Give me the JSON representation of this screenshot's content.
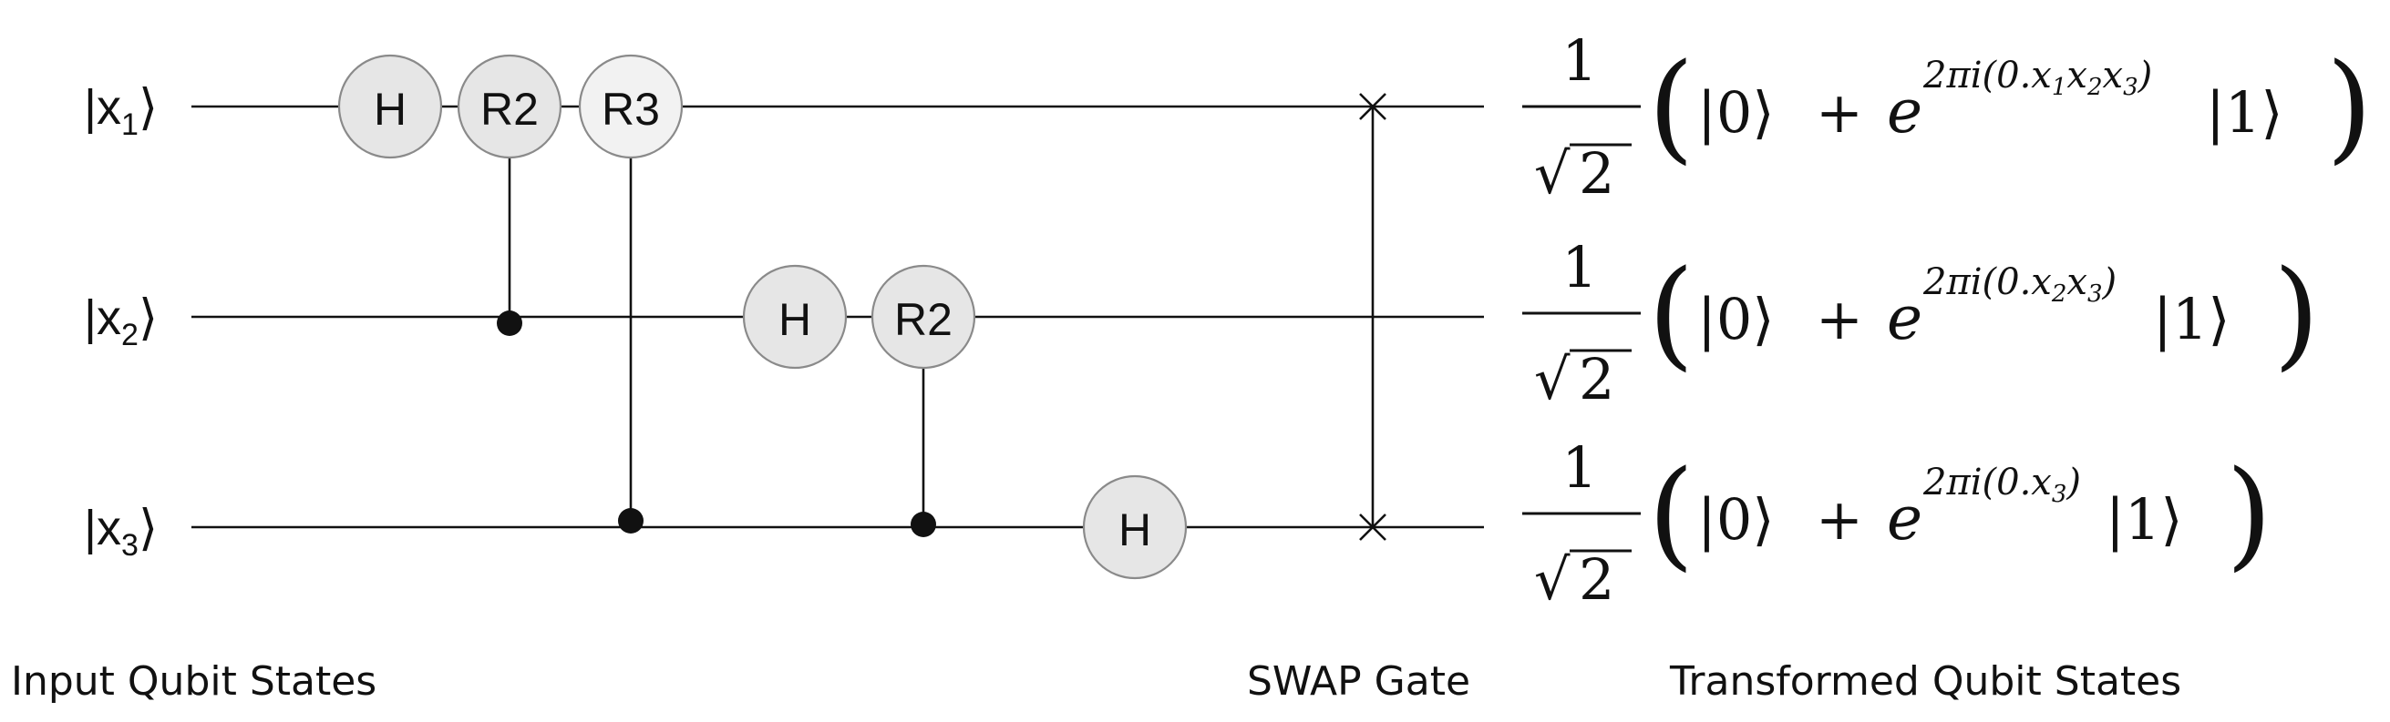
{
  "circuit": {
    "inputs": [
      {
        "prefix": "|x",
        "sub": "1",
        "suffix": "⟩"
      },
      {
        "prefix": "|x",
        "sub": "2",
        "suffix": "⟩"
      },
      {
        "prefix": "|x",
        "sub": "3",
        "suffix": "⟩"
      }
    ],
    "gates": [
      {
        "label": "H",
        "shade": "#e6e6e6"
      },
      {
        "label": "R2",
        "shade": "#e6e6e6"
      },
      {
        "label": "R3",
        "shade": "#f2f2f2"
      },
      {
        "label": "H",
        "shade": "#e6e6e6"
      },
      {
        "label": "R2",
        "shade": "#e6e6e6"
      },
      {
        "label": "H",
        "shade": "#e6e6e6"
      }
    ],
    "outputs": [
      {
        "phase_arg": "0.x",
        "phase_subs": [
          "1",
          "2",
          "3"
        ]
      },
      {
        "phase_arg": "0.x",
        "phase_subs": [
          "2",
          "3"
        ]
      },
      {
        "phase_arg": "0.x",
        "phase_subs": [
          "3"
        ]
      }
    ],
    "formula": {
      "numerator": "1",
      "sqrt_symbol": "√",
      "sqrt_arg": "2",
      "open_paren": "(",
      "close_paren": ")",
      "ket0": "|0⟩",
      "plus": "+",
      "e": "e",
      "exp_prefix": "2πi",
      "ket1": "|1⟩"
    }
  },
  "captions": {
    "left": "Input Qubit States",
    "middle": "SWAP Gate",
    "right": "Transformed Qubit States"
  }
}
